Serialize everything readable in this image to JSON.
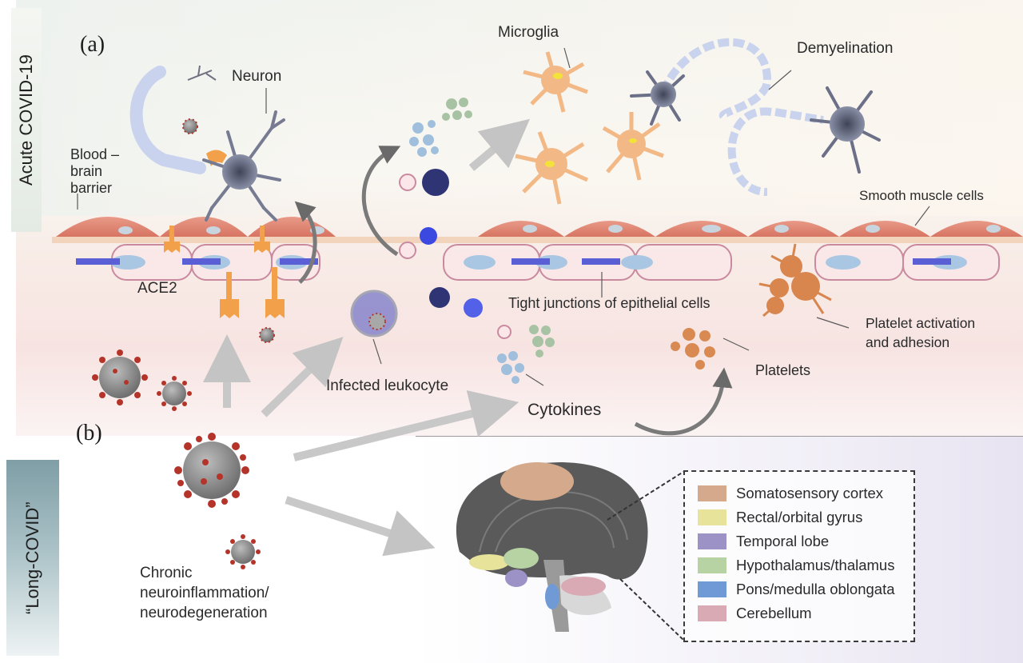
{
  "panels": {
    "a": {
      "label": "(a)",
      "side_title": "Acute COVID-19"
    },
    "b": {
      "label": "(b)",
      "side_title": "“Long-COVID”"
    }
  },
  "labels": {
    "neuron": "Neuron",
    "blood_brain_barrier": [
      "Blood –",
      "brain",
      "barrier"
    ],
    "microglia": "Microglia",
    "demyelination": "Demyelination",
    "smooth_muscle_cells": "Smooth muscle cells",
    "ace2": "ACE2",
    "tight_junctions": "Tight junctions of epithelial cells",
    "platelet_activation": [
      "Platelet activation",
      "and adhesion"
    ],
    "infected_leukocyte": "Infected leukocyte",
    "platelets": "Platelets",
    "cytokines": "Cytokines",
    "chronic": [
      "Chronic",
      "neuroinflammation/",
      "neurodegeneration"
    ]
  },
  "legend": {
    "items": [
      {
        "label": "Somatosensory cortex",
        "color": "#d4a98c"
      },
      {
        "label": "Rectal/orbital gyrus",
        "color": "#e8e39a"
      },
      {
        "label": "Temporal lobe",
        "color": "#9d92c6"
      },
      {
        "label": "Hypothalamus/thalamus",
        "color": "#b7d3a4"
      },
      {
        "label": "Pons/medulla oblongata",
        "color": "#6f9ad6"
      },
      {
        "label": "Cerebellum",
        "color": "#d9aab4"
      }
    ]
  },
  "colors": {
    "smooth_muscle": "#e08a78",
    "endothelial_border": "#c98aa0",
    "ace2": "#f2a14a",
    "virus_body": "#8e8e8e",
    "virus_spike": "#b5342a",
    "neuron": "#5e6478",
    "microglia": "#f2b987",
    "myelin": "#c9d3ee",
    "platelet": "#d98a52",
    "brain": "#5a5a5a",
    "arrow": "#c8c8c8"
  }
}
